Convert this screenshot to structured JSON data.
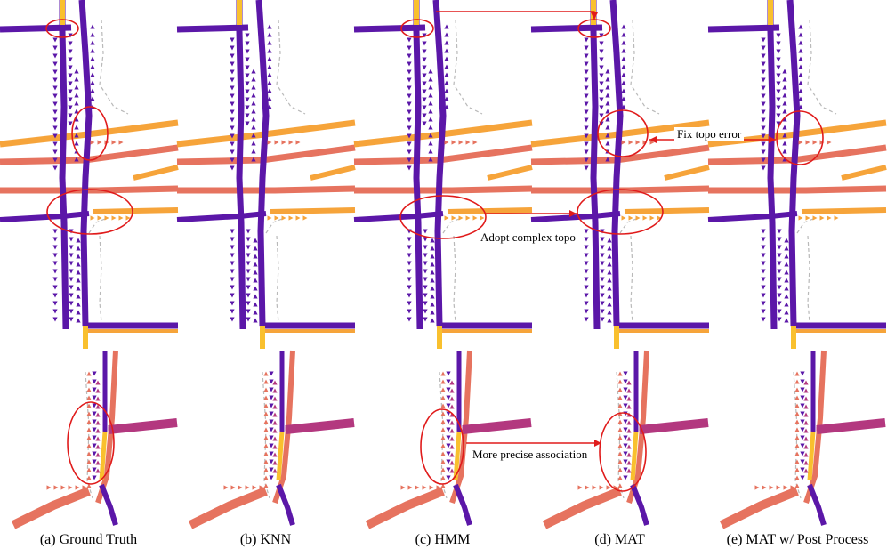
{
  "colors": {
    "purple": "#5b17a8",
    "yellow": "#f9c02e",
    "salmon": "#e6735f",
    "magenta": "#b3387f",
    "orange": "#f6a43a",
    "annotation_red": "#e01b1b",
    "dashed_gray": "#b9b9b9"
  },
  "captions": [
    "(a) Ground Truth",
    "(b) KNN",
    "(c) HMM",
    "(d) MAT",
    "(e) MAT w/ Post Process"
  ],
  "annotations": {
    "topo_error": "Fix topo error",
    "complex_topo": "Adopt complex topo",
    "precise_association": "More precise association"
  }
}
